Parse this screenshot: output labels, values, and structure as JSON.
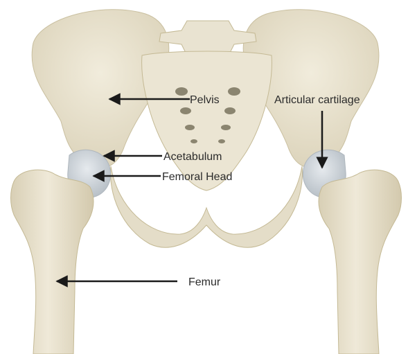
{
  "diagram": {
    "labels": {
      "pelvis": "Pelvis",
      "articular_cartilage": "Articular cartilage",
      "acetabulum": "Acetabulum",
      "femoral_head": "Femoral Head",
      "femur": "Femur"
    },
    "colors": {
      "bone": "#e8e2cf",
      "bone_shade": "#cfc6ad",
      "cartilage": "#cdd3d8",
      "arrow": "#1a1a1a",
      "text": "#2b2b2b"
    }
  }
}
